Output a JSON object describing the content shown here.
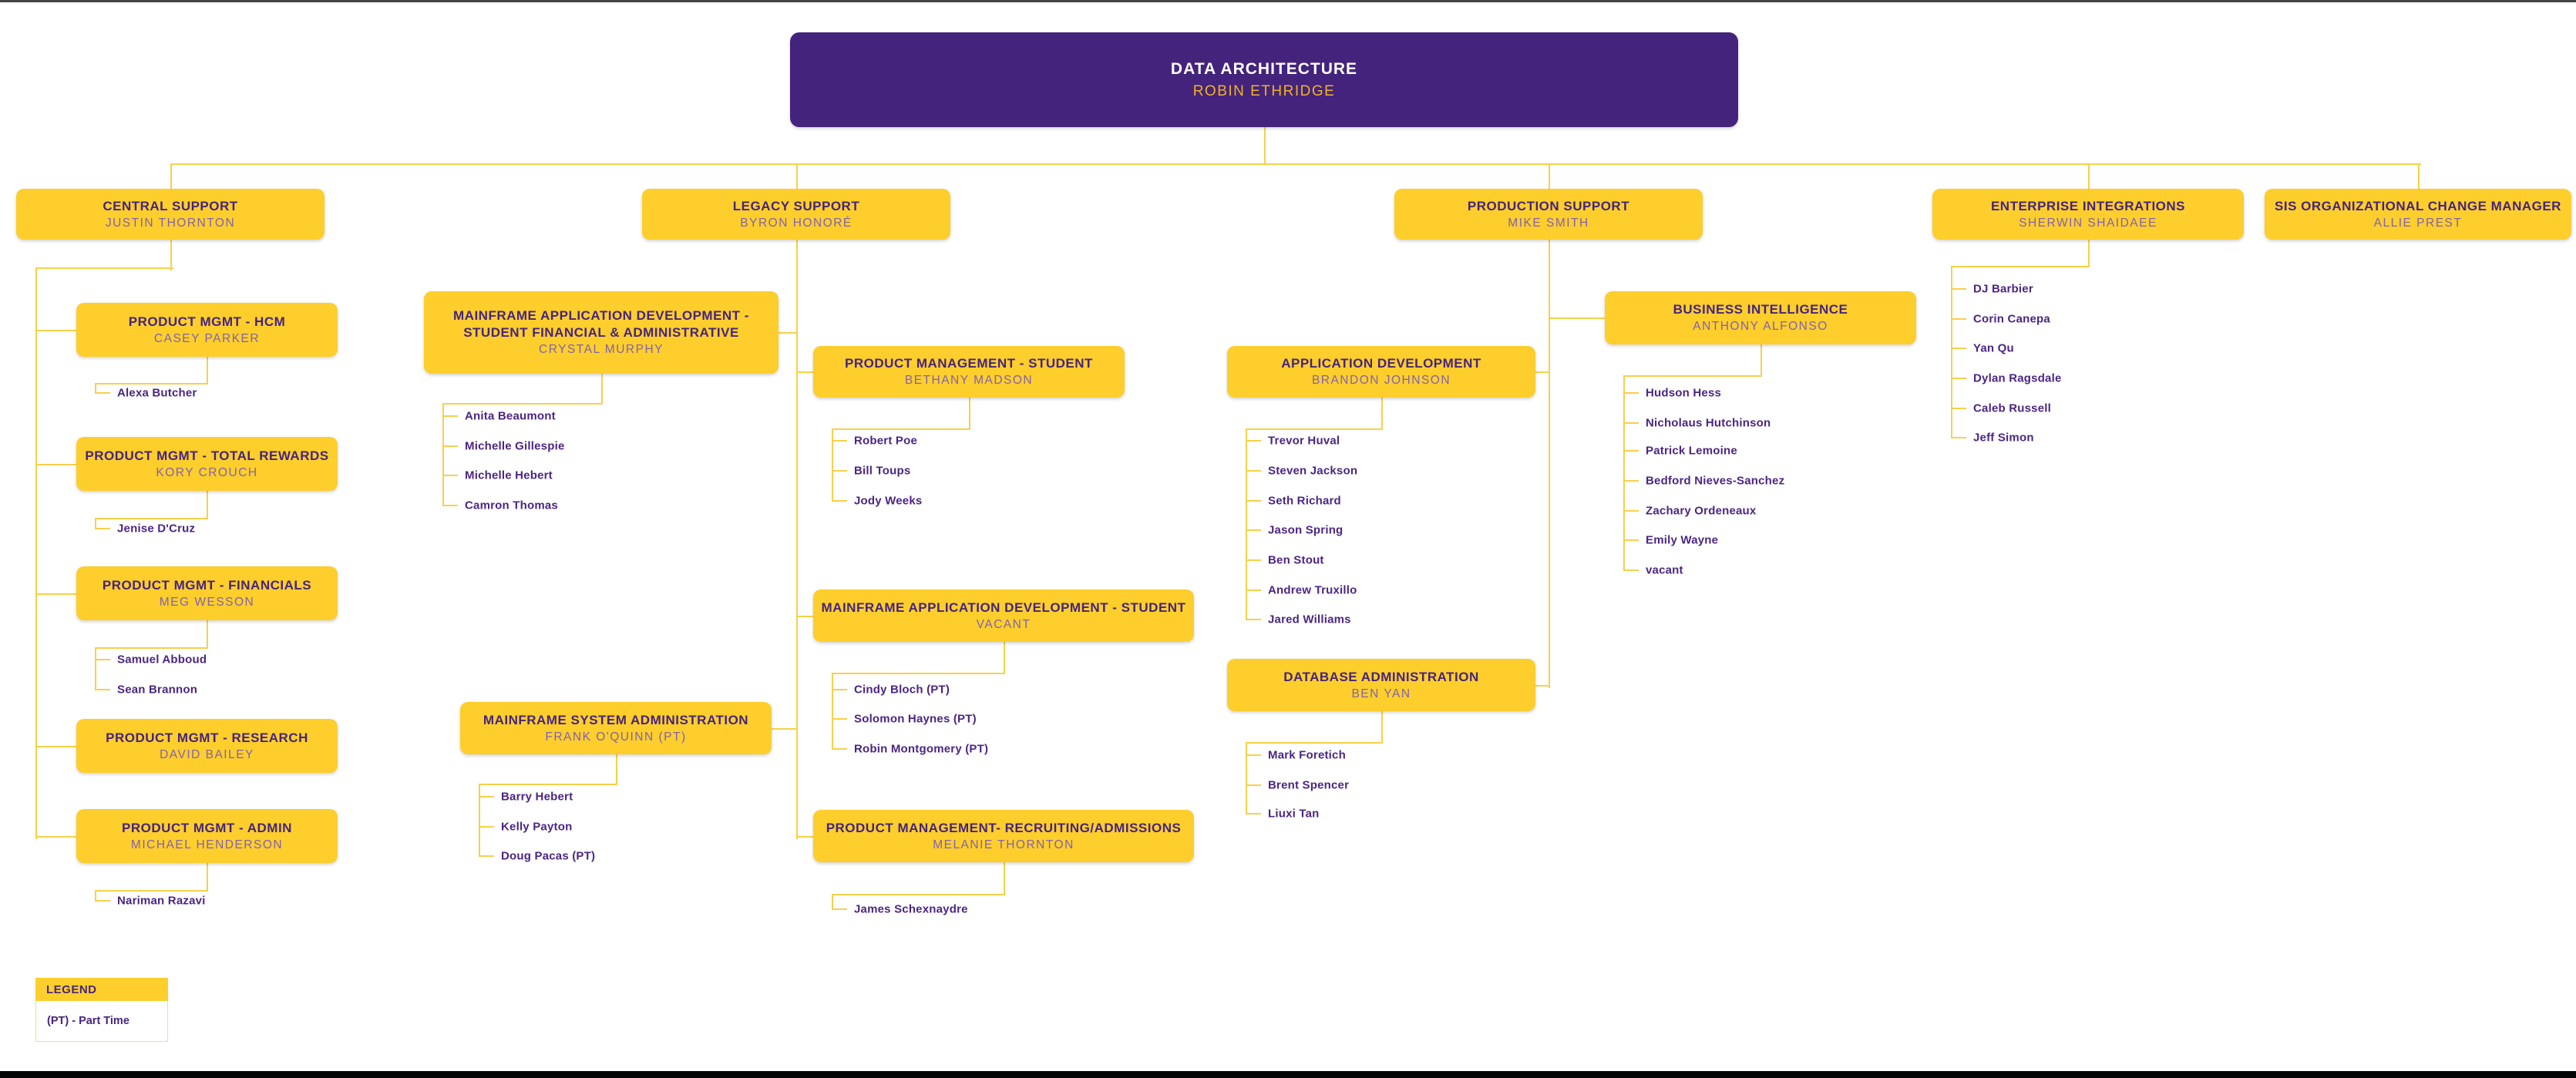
{
  "root": {
    "title": "DATA ARCHITECTURE",
    "manager": "ROBIN ETHRIDGE"
  },
  "branches": [
    {
      "title": "CENTRAL SUPPORT",
      "manager": "JUSTIN THORNTON",
      "children": [
        {
          "title": "PRODUCT MGMT - HCM",
          "manager": "CASEY PARKER",
          "reports": [
            "Alexa Butcher"
          ]
        },
        {
          "title": "PRODUCT MGMT - TOTAL REWARDS",
          "manager": "KORY CROUCH",
          "reports": [
            "Jenise D'Cruz"
          ]
        },
        {
          "title": "PRODUCT MGMT - FINANCIALS",
          "manager": "MEG WESSON",
          "reports": [
            "Samuel Abboud",
            "Sean Brannon"
          ]
        },
        {
          "title": "PRODUCT MGMT - RESEARCH",
          "manager": "DAVID BAILEY",
          "reports": []
        },
        {
          "title": "PRODUCT MGMT - ADMIN",
          "manager": "MICHAEL HENDERSON",
          "reports": [
            "Nariman Razavi"
          ]
        }
      ]
    },
    {
      "title": "LEGACY SUPPORT",
      "manager": "BYRON HONORÉ",
      "children": [
        {
          "title": "MAINFRAME APPLICATION DEVELOPMENT - STUDENT FINANCIAL & ADMINISTRATIVE",
          "manager": "CRYSTAL MURPHY",
          "reports": [
            "Anita Beaumont",
            "Michelle Gillespie",
            "Michelle Hebert",
            "Camron Thomas"
          ]
        },
        {
          "title": "PRODUCT MANAGEMENT - STUDENT",
          "manager": "BETHANY MADSON",
          "reports": [
            "Robert Poe",
            "Bill Toups",
            "Jody Weeks"
          ]
        },
        {
          "title": "MAINFRAME SYSTEM ADMINISTRATION",
          "manager": "FRANK O'QUINN (PT)",
          "reports": [
            "Barry Hebert",
            "Kelly Payton",
            "Doug Pacas (PT)"
          ]
        },
        {
          "title": "MAINFRAME APPLICATION DEVELOPMENT - STUDENT",
          "manager": "VACANT",
          "reports": [
            "Cindy Bloch (PT)",
            "Solomon Haynes (PT)",
            "Robin Montgomery (PT)"
          ]
        },
        {
          "title": "PRODUCT MANAGEMENT- RECRUITING/ADMISSIONS",
          "manager": "MELANIE THORNTON",
          "reports": [
            "James Schexnaydre"
          ]
        }
      ]
    },
    {
      "title": "PRODUCTION SUPPORT",
      "manager": "MIKE SMITH",
      "children": [
        {
          "title": "APPLICATION DEVELOPMENT",
          "manager": "BRANDON JOHNSON",
          "reports": [
            "Trevor Huval",
            "Steven Jackson",
            "Seth Richard",
            "Jason Spring",
            "Ben Stout",
            "Andrew Truxillo",
            "Jared Williams"
          ]
        },
        {
          "title": "BUSINESS INTELLIGENCE",
          "manager": "ANTHONY ALFONSO",
          "reports": [
            "Hudson Hess",
            "Nicholaus Hutchinson",
            "Patrick Lemoine",
            "Bedford Nieves-Sanchez",
            "Zachary Ordeneaux",
            "Emily Wayne",
            "vacant"
          ]
        },
        {
          "title": "DATABASE ADMINISTRATION",
          "manager": "BEN YAN",
          "reports": [
            "Mark Foretich",
            "Brent Spencer",
            "Liuxi Tan"
          ]
        }
      ]
    },
    {
      "title": "ENTERPRISE INTEGRATIONS",
      "manager": "SHERWIN SHAIDAEE",
      "children": [],
      "reports": [
        "DJ Barbier",
        "Corin Canepa",
        "Yan Qu",
        "Dylan Ragsdale",
        "Caleb Russell",
        "Jeff Simon"
      ]
    },
    {
      "title": "SIS ORGANIZATIONAL CHANGE MANAGER",
      "manager": "ALLIE PREST",
      "children": [],
      "reports": []
    }
  ],
  "legend": {
    "title": "LEGEND",
    "entries": [
      "(PT) - Part Time"
    ]
  },
  "colors": {
    "root_background": "#44237D",
    "root_title": "#FFFFFF",
    "root_manager": "#F0B323",
    "box_background": "#FDCE2C",
    "box_title": "#46247D",
    "box_manager": "#8262AE",
    "report_name": "#4B2583",
    "connector": "#F8D04A"
  }
}
